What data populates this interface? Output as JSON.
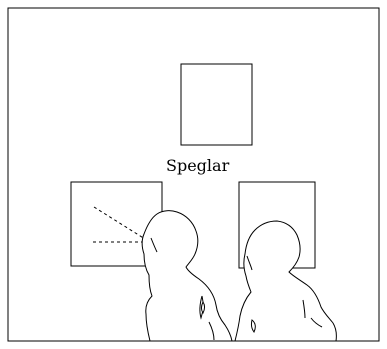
{
  "label": "Speglar",
  "colors": {
    "ink": "#000000",
    "paper": "#ffffff"
  },
  "figures": {
    "left_child": "child-silhouette",
    "right_child": "child-silhouette"
  },
  "lines": {
    "gaze": "dashed"
  }
}
